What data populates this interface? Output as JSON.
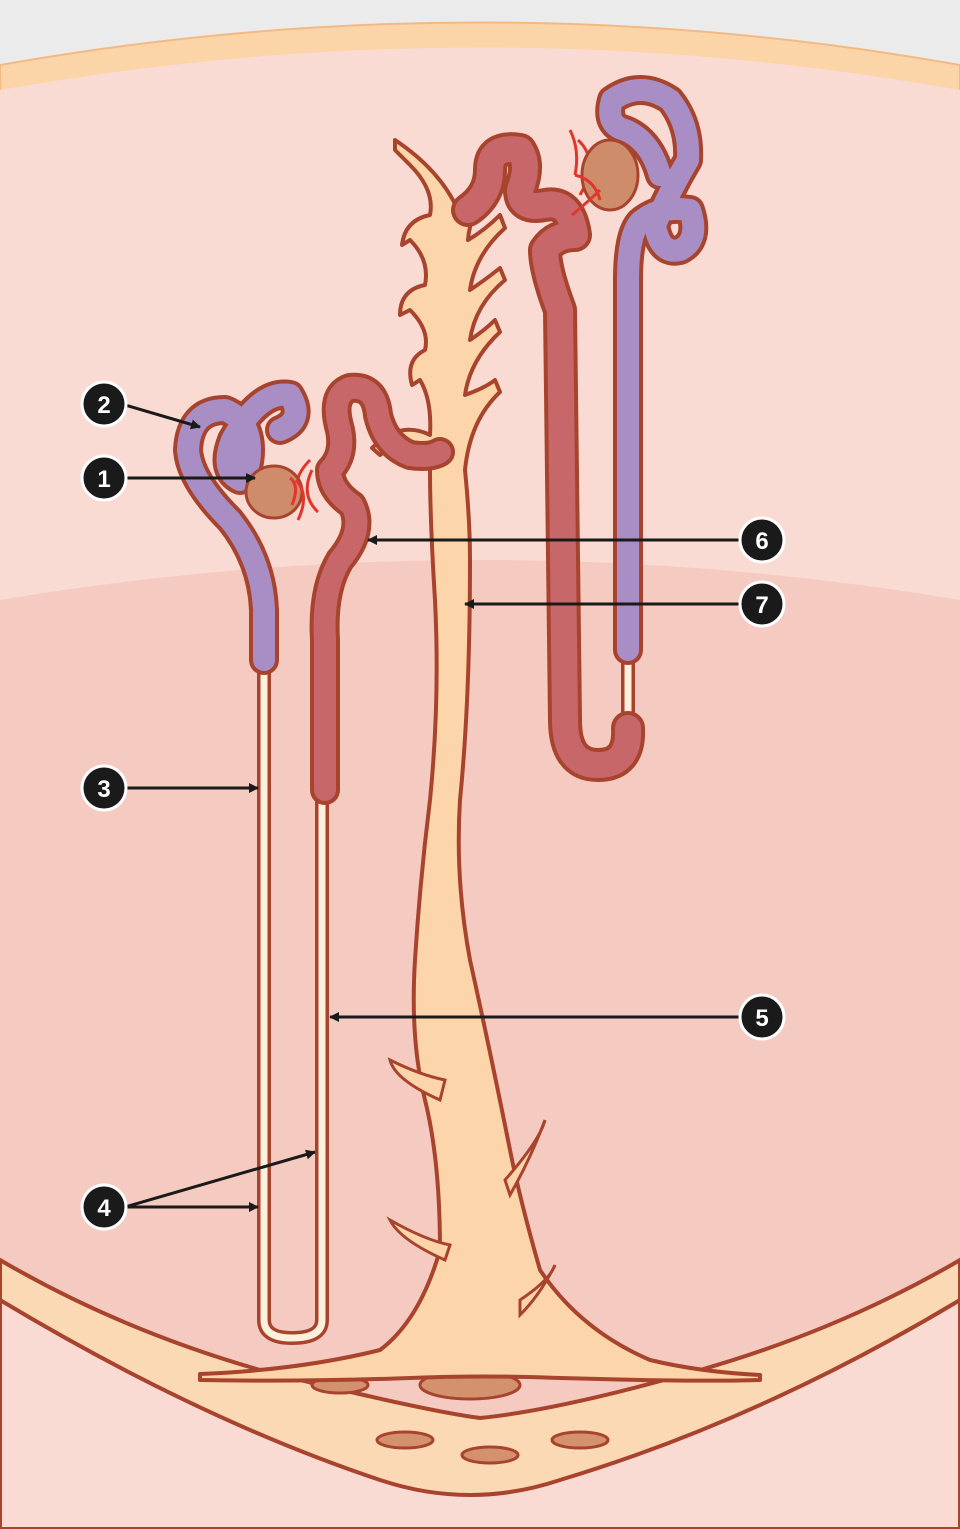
{
  "diagram": {
    "labels": [
      {
        "id": "1",
        "text": "1"
      },
      {
        "id": "2",
        "text": "2"
      },
      {
        "id": "3",
        "text": "3"
      },
      {
        "id": "4",
        "text": "4"
      },
      {
        "id": "5",
        "text": "5"
      },
      {
        "id": "6",
        "text": "6"
      },
      {
        "id": "7",
        "text": "7"
      }
    ],
    "colors": {
      "background": "#ebebeb",
      "cortex": "#f9dbd3",
      "medulla": "#f5cac0",
      "capsule_band": "#fbd4a8",
      "outline": "#a8442e",
      "proximal_tubule": "#a98ec6",
      "distal_tubule": "#c7676a",
      "collecting_duct": "#fcd6aa",
      "glomerulus": "#cf8c6a",
      "vessel": "#e0362e",
      "thin_limb": "#fdf1de",
      "label_fill": "#1a1a1a"
    }
  }
}
